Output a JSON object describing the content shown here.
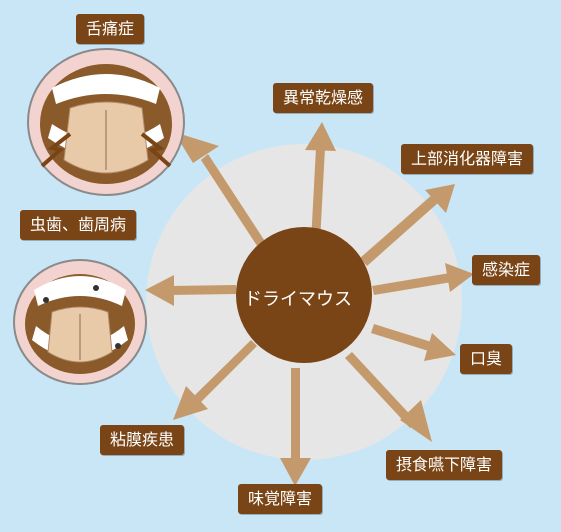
{
  "center": {
    "label": "ドライマウス"
  },
  "symptoms": {
    "tongue_pain": "舌痛症",
    "abnormal_dryness": "異常乾燥感",
    "upper_gi": "上部消化器障害",
    "infection": "感染症",
    "bad_breath": "口臭",
    "dysphagia": "摂食嚥下障害",
    "taste_disorder": "味覚障害",
    "mucosal_disease": "粘膜疾患",
    "caries_periodontal": "虫歯、歯周病"
  },
  "colors": {
    "background": "#c9e6f7",
    "halo": "#e6e6e6",
    "center_circle": "#7a4516",
    "arrow": "#c49a6c",
    "label_box": "#7a4516",
    "label_text": "#ffffff"
  }
}
